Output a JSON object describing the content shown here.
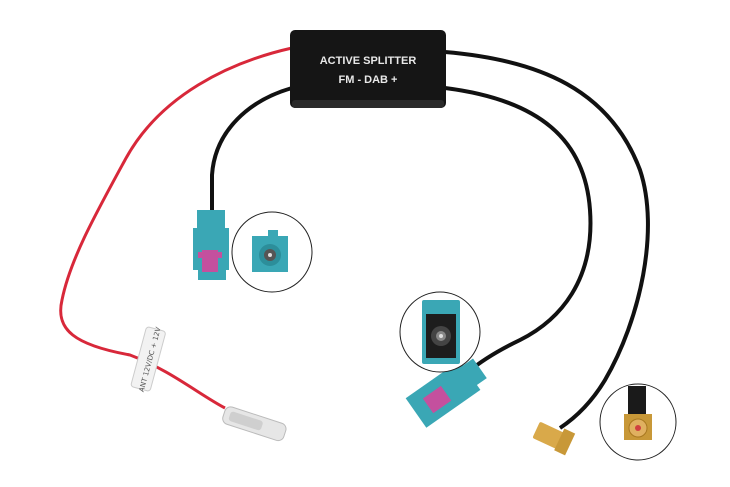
{
  "image": {
    "subject": "Active antenna splitter FM/DAB+ with Fakra and SMB connectors",
    "background": "#ffffff"
  },
  "splitter_box": {
    "line1": "ACTIVE SPLITTER",
    "line2": "FM - DAB +",
    "color": "#151515"
  },
  "power_tag": {
    "text": "ANT 12V/DC + 12V"
  },
  "colors": {
    "fakra_teal": "#3aa7b5",
    "fakra_pink": "#c4509e",
    "cable_black": "#111111",
    "cable_red": "#d8283a",
    "smb_gold": "#d9a94a"
  }
}
